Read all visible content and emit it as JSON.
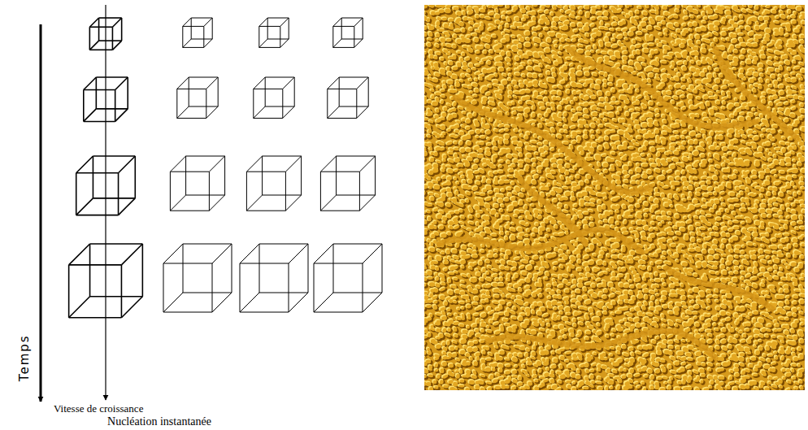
{
  "diagram": {
    "caption": "Nucléation instantanée",
    "labels": [
      "Temps",
      "Vitesse de croissance"
    ]
  }
}
